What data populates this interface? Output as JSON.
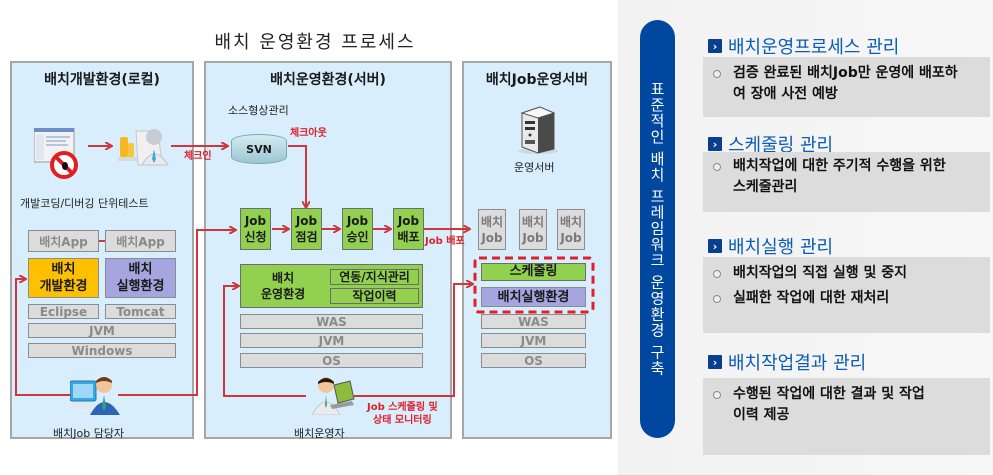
{
  "diagram": {
    "title": "배치 운영환경 프로세스",
    "panels": {
      "local": {
        "title": "배치개발환경(로컬)",
        "dev_label": "개발코딩/디버깅 단위테스트",
        "app_left": "배치App",
        "app_right": "배치App",
        "dev_env": [
          "배치",
          "개발환경"
        ],
        "run_env": [
          "배치",
          "실행환경"
        ],
        "eclipse": "Eclipse",
        "tomcat": "Tomcat",
        "jvm": "JVM",
        "os": "Windows",
        "actor": "배치Job 담당자",
        "checkin": "체크인"
      },
      "server": {
        "title": "배치운영환경(서버)",
        "scm_label": "소스형상관리",
        "svn": "SVN",
        "checkout": "체크아웃",
        "jobs": [
          {
            "line1": "Job",
            "line2": "신청"
          },
          {
            "line1": "Job",
            "line2": "점검"
          },
          {
            "line1": "Job",
            "line2": "승인"
          },
          {
            "line1": "Job",
            "line2": "배포"
          }
        ],
        "deploy_label": "Job 배포",
        "ops_env": [
          "배치",
          "운영환경"
        ],
        "integration": "연동/지식관리",
        "history": "작업이력",
        "was": "WAS",
        "jvm": "JVM",
        "os": "OS",
        "actor": "배치운영자",
        "monitor_label": [
          "Job 스케줄링 및",
          "상태 모니터링"
        ]
      },
      "job_server": {
        "title": "배치Job운영서버",
        "server_label": "운영서버",
        "batch_jobs": [
          {
            "line1": "배치",
            "line2": "Job"
          },
          {
            "line1": "배치",
            "line2": "Job"
          },
          {
            "line1": "배치",
            "line2": "Job"
          }
        ],
        "scheduling": "스케줄링",
        "batch_runtime": "배치실행환경",
        "was": "WAS",
        "jvm": "JVM",
        "os": "OS"
      }
    }
  },
  "sidebar": {
    "vertical_title": "표준적인 배치 프레임워크 운영환경 구축",
    "sections": [
      {
        "heading": "배치운영프로세스 관리",
        "bullets": [
          "검증 완료된 배치Job만 운영에 배포하여 장애 사전 예방"
        ]
      },
      {
        "heading": "스케줄링 관리",
        "bullets": [
          "배치작업에 대한 주기적 수행을 위한 스케줄관리"
        ]
      },
      {
        "heading": "배치실행 관리",
        "bullets": [
          "배치작업의 직접 실행 및 중지",
          "실패한 작업에 대한 재처리"
        ]
      },
      {
        "heading": "배치작업결과 관리",
        "bullets": [
          "수행된 작업에 대한 결과 및 작업이력 제공"
        ]
      }
    ]
  },
  "colors": {
    "panel_bg": "#d8eefc",
    "arrow": "#d0373d",
    "accent_blue": "#0047a0",
    "green": "#92d050",
    "yellow": "#ffc000",
    "purple": "#a5a5e0",
    "highlight_red": "#e0202a"
  }
}
